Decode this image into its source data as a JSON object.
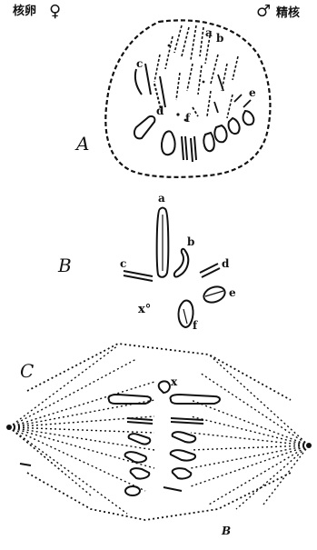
{
  "panel_a": {
    "label": "A",
    "egg_text": "核卵",
    "egg_symbol": "♀",
    "sperm_text": "精核",
    "sperm_symbol": "♂",
    "chromosome_letters": [
      "a",
      "b",
      "c",
      "d",
      "e",
      "f"
    ]
  },
  "panel_b": {
    "label": "B",
    "chromosome_letters": [
      "a",
      "b",
      "c",
      "d",
      "e",
      "f"
    ],
    "x_label": "x°"
  },
  "panel_c": {
    "label": "C",
    "x_label": "x",
    "bottom_mark": "B"
  },
  "colors": {
    "ink": "#111111",
    "background": "#ffffff"
  }
}
